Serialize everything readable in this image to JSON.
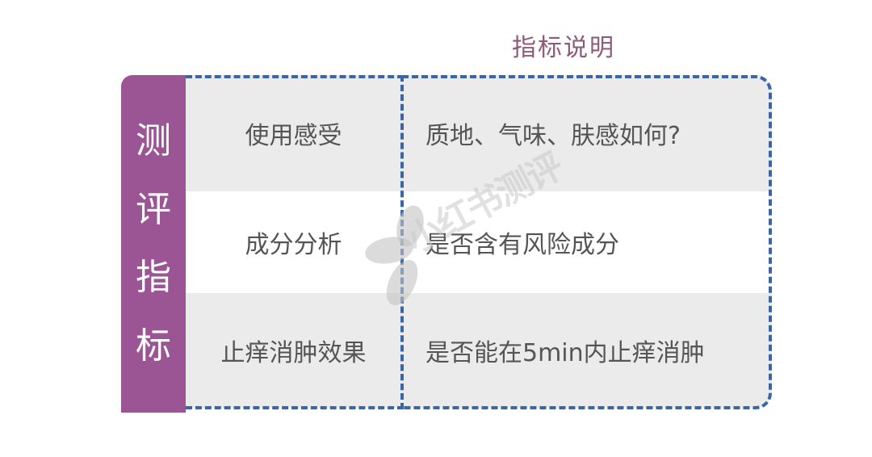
{
  "header": {
    "title": "指标说明"
  },
  "sidebar": {
    "chars": [
      "测",
      "评",
      "指",
      "标"
    ],
    "label": "测评指标",
    "color": "#9b5594"
  },
  "rows": [
    {
      "indicator": "使用感受",
      "description": "质地、气味、肤感如何?"
    },
    {
      "indicator": "成分分析",
      "description": "是否含有风险成分"
    },
    {
      "indicator": "止痒消肿效果",
      "description": "是否能在5min内止痒消肿"
    }
  ],
  "watermark": {
    "text": "小红书测评",
    "icon": "petal-logo-icon"
  },
  "colors": {
    "title": "#8e5a79",
    "dash_border": "#3b66a6",
    "row_grey": "#ebebeb",
    "text": "#555555"
  }
}
